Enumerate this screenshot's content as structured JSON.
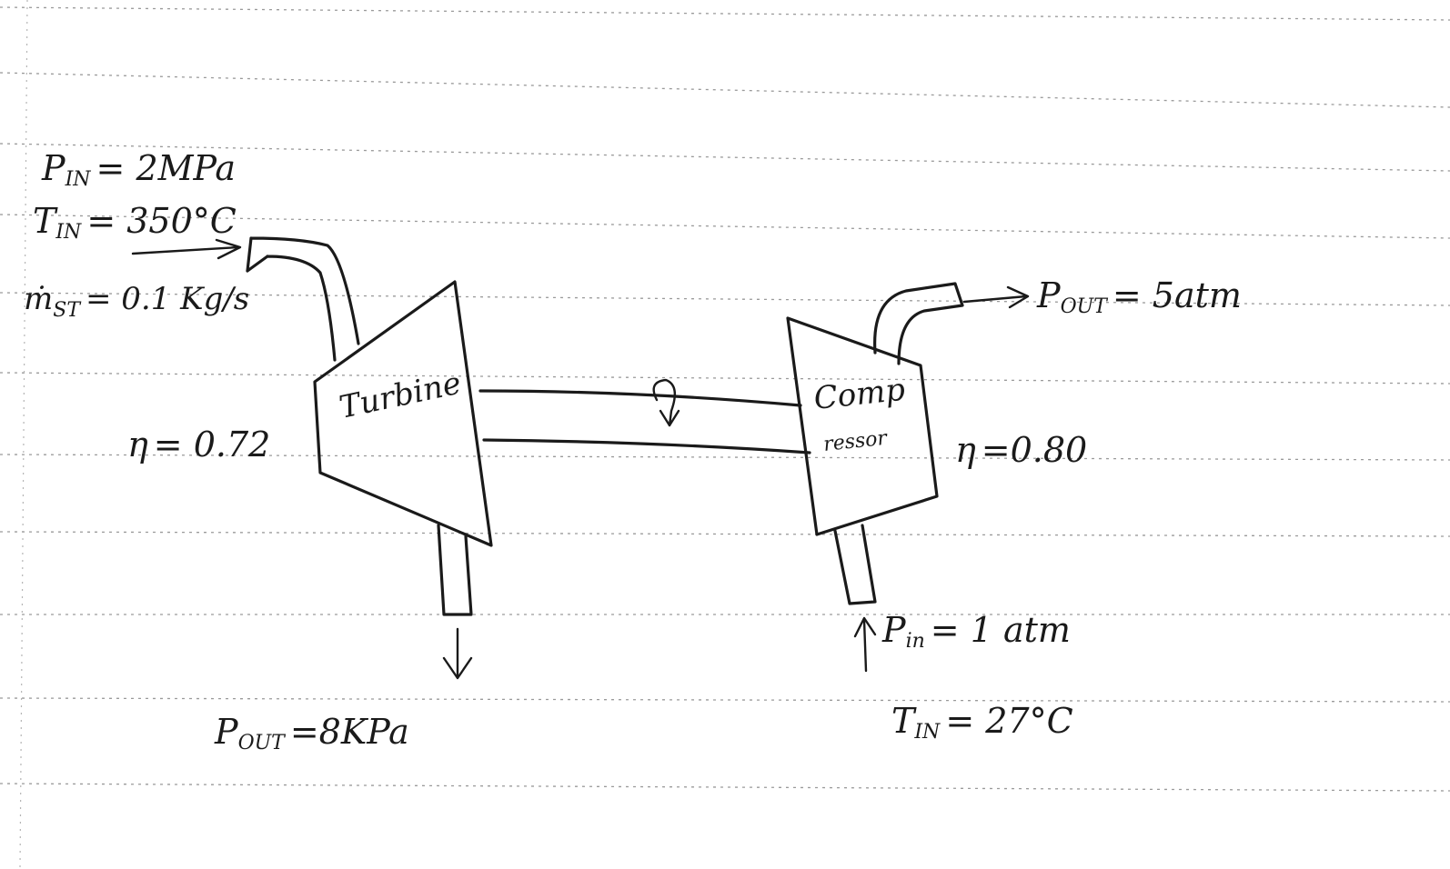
{
  "turbine": {
    "label": "Turbine",
    "inlet_pressure": {
      "symbol": "P",
      "sub": "IN",
      "value": "= 2MPa"
    },
    "inlet_temperature": {
      "symbol": "T",
      "sub": "IN",
      "value": "= 350°C"
    },
    "mass_flow": {
      "symbol": "ṁ",
      "sub": "ST",
      "value": "= 0.1 Kg/s"
    },
    "efficiency": {
      "symbol": "η",
      "value": "= 0.72"
    },
    "outlet_pressure": {
      "symbol": "P",
      "sub": "OUT",
      "value": "=8KPa"
    }
  },
  "compressor": {
    "label_line1": "Comp",
    "label_line2": "ressor",
    "outlet_pressure": {
      "symbol": "P",
      "sub": "OUT",
      "value": "= 5atm"
    },
    "efficiency": {
      "symbol": "η",
      "value": "=0.80"
    },
    "inlet_pressure": {
      "symbol": "P",
      "sub": "in",
      "value": "= 1 atm"
    },
    "inlet_temperature": {
      "symbol": "T",
      "sub": "IN",
      "value": "= 27°C"
    }
  },
  "colors": {
    "ink": "#1a1a1a",
    "paper": "#ffffff",
    "ruling": "#9a9a9a"
  }
}
